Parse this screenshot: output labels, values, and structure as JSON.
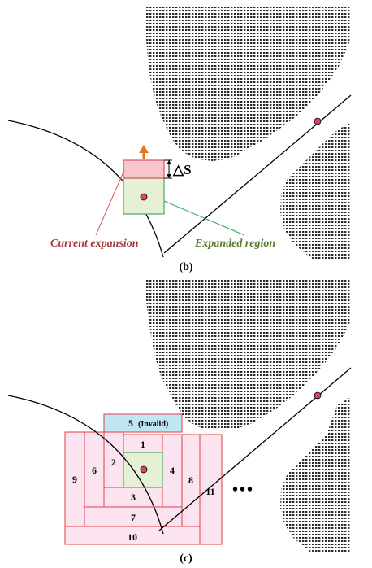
{
  "panel_b": {
    "caption": "(b)",
    "delta_label": "△S",
    "current_expansion_label": "Current expansion",
    "expanded_region_label": "Expanded region"
  },
  "panel_c": {
    "caption": "(c)",
    "ellipsis": "•••",
    "boxes": [
      {
        "label": "1"
      },
      {
        "label": "2"
      },
      {
        "label": "3"
      },
      {
        "label": "4"
      },
      {
        "label": "5",
        "suffix": "(Invalid)"
      },
      {
        "label": "6"
      },
      {
        "label": "7"
      },
      {
        "label": "8"
      },
      {
        "label": "9"
      },
      {
        "label": "10"
      },
      {
        "label": "11"
      }
    ]
  },
  "colors": {
    "obstacle": "#2b2b2b",
    "current_fill": "#f7c5cb",
    "current_stroke": "#d9535e",
    "expanded_fill": "#e6f0d5",
    "expanded_stroke": "#4aab64",
    "box_fill": "#fbe3f0",
    "box_stroke": "#e23b45",
    "invalid_fill": "#bfe6f2",
    "arrow": "#e8741a",
    "node": "#d8436b",
    "leader_red": "#d9535e",
    "leader_green": "#2aa05a"
  }
}
